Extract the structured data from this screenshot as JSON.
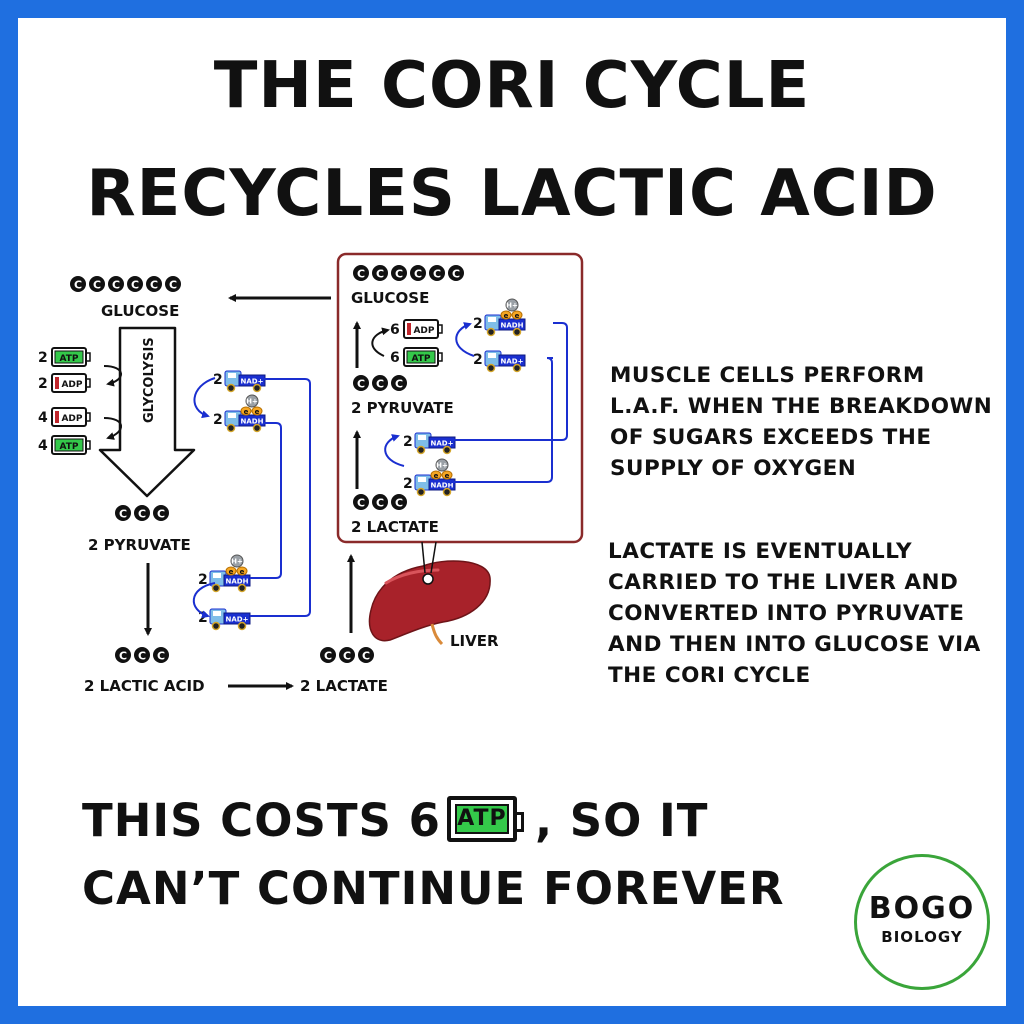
{
  "title": {
    "line1": "THE CORI CYCLE",
    "line2": "RECYCLES LACTIC ACID"
  },
  "carbon_letter": "C",
  "muscle": {
    "glucose": "GLUCOSE",
    "glycolysis": "GLYCOLYSIS",
    "pyruvate": "2  PYRUVATE",
    "lactic_acid": "2  LACTIC ACID",
    "lactate": "2  LACTATE",
    "atp_in_count": "2",
    "atp_label": "ATP",
    "adp_out_count": "2",
    "adp_label": "ADP",
    "adp_in_count": "4",
    "atp_out_count": "4",
    "nad_count_1": "2",
    "nad_label": "NAD+",
    "nadh_count_1": "2",
    "nadh_label": "NADH",
    "nadh_count_2": "2",
    "nad_count_2": "2",
    "hplus": "H+",
    "electron": "e"
  },
  "liver_box": {
    "glucose": "GLUCOSE",
    "pyruvate": "2  PYRUVATE",
    "lactate": "2  LACTATE",
    "adp_count": "6",
    "atp_count": "6",
    "nadh_count_top": "2",
    "nad_count_top": "2",
    "nad_count_bottom": "2",
    "nadh_count_bottom": "2",
    "liver_label": "LIVER"
  },
  "paragraphs": {
    "p1": [
      "MUSCLE CELLS PERFORM",
      "L.A.F. WHEN THE BREAKDOWN",
      "OF SUGARS EXCEEDS THE",
      "SUPPLY OF OXYGEN"
    ],
    "p2": [
      "LACTATE IS EVENTUALLY",
      "CARRIED TO THE LIVER AND",
      "CONVERTED INTO PYRUVATE",
      "AND THEN INTO GLUCOSE VIA",
      "THE CORI CYCLE"
    ]
  },
  "bottom": {
    "pre": "THIS COSTS  6",
    "atp": "ATP",
    "post": ", SO IT",
    "line2": "CAN’T CONTINUE FOREVER"
  },
  "logo": {
    "line1": "BOGO",
    "line2": "BIOLOGY"
  },
  "colors": {
    "frame": "#1f6fe0",
    "atp_green": "#34c94a",
    "adp_red": "#c0262c",
    "nad_blue": "#1a2fd0",
    "liver": "#a8222a",
    "box_border": "#8a2a2a",
    "logo_green": "#3aa53a"
  }
}
